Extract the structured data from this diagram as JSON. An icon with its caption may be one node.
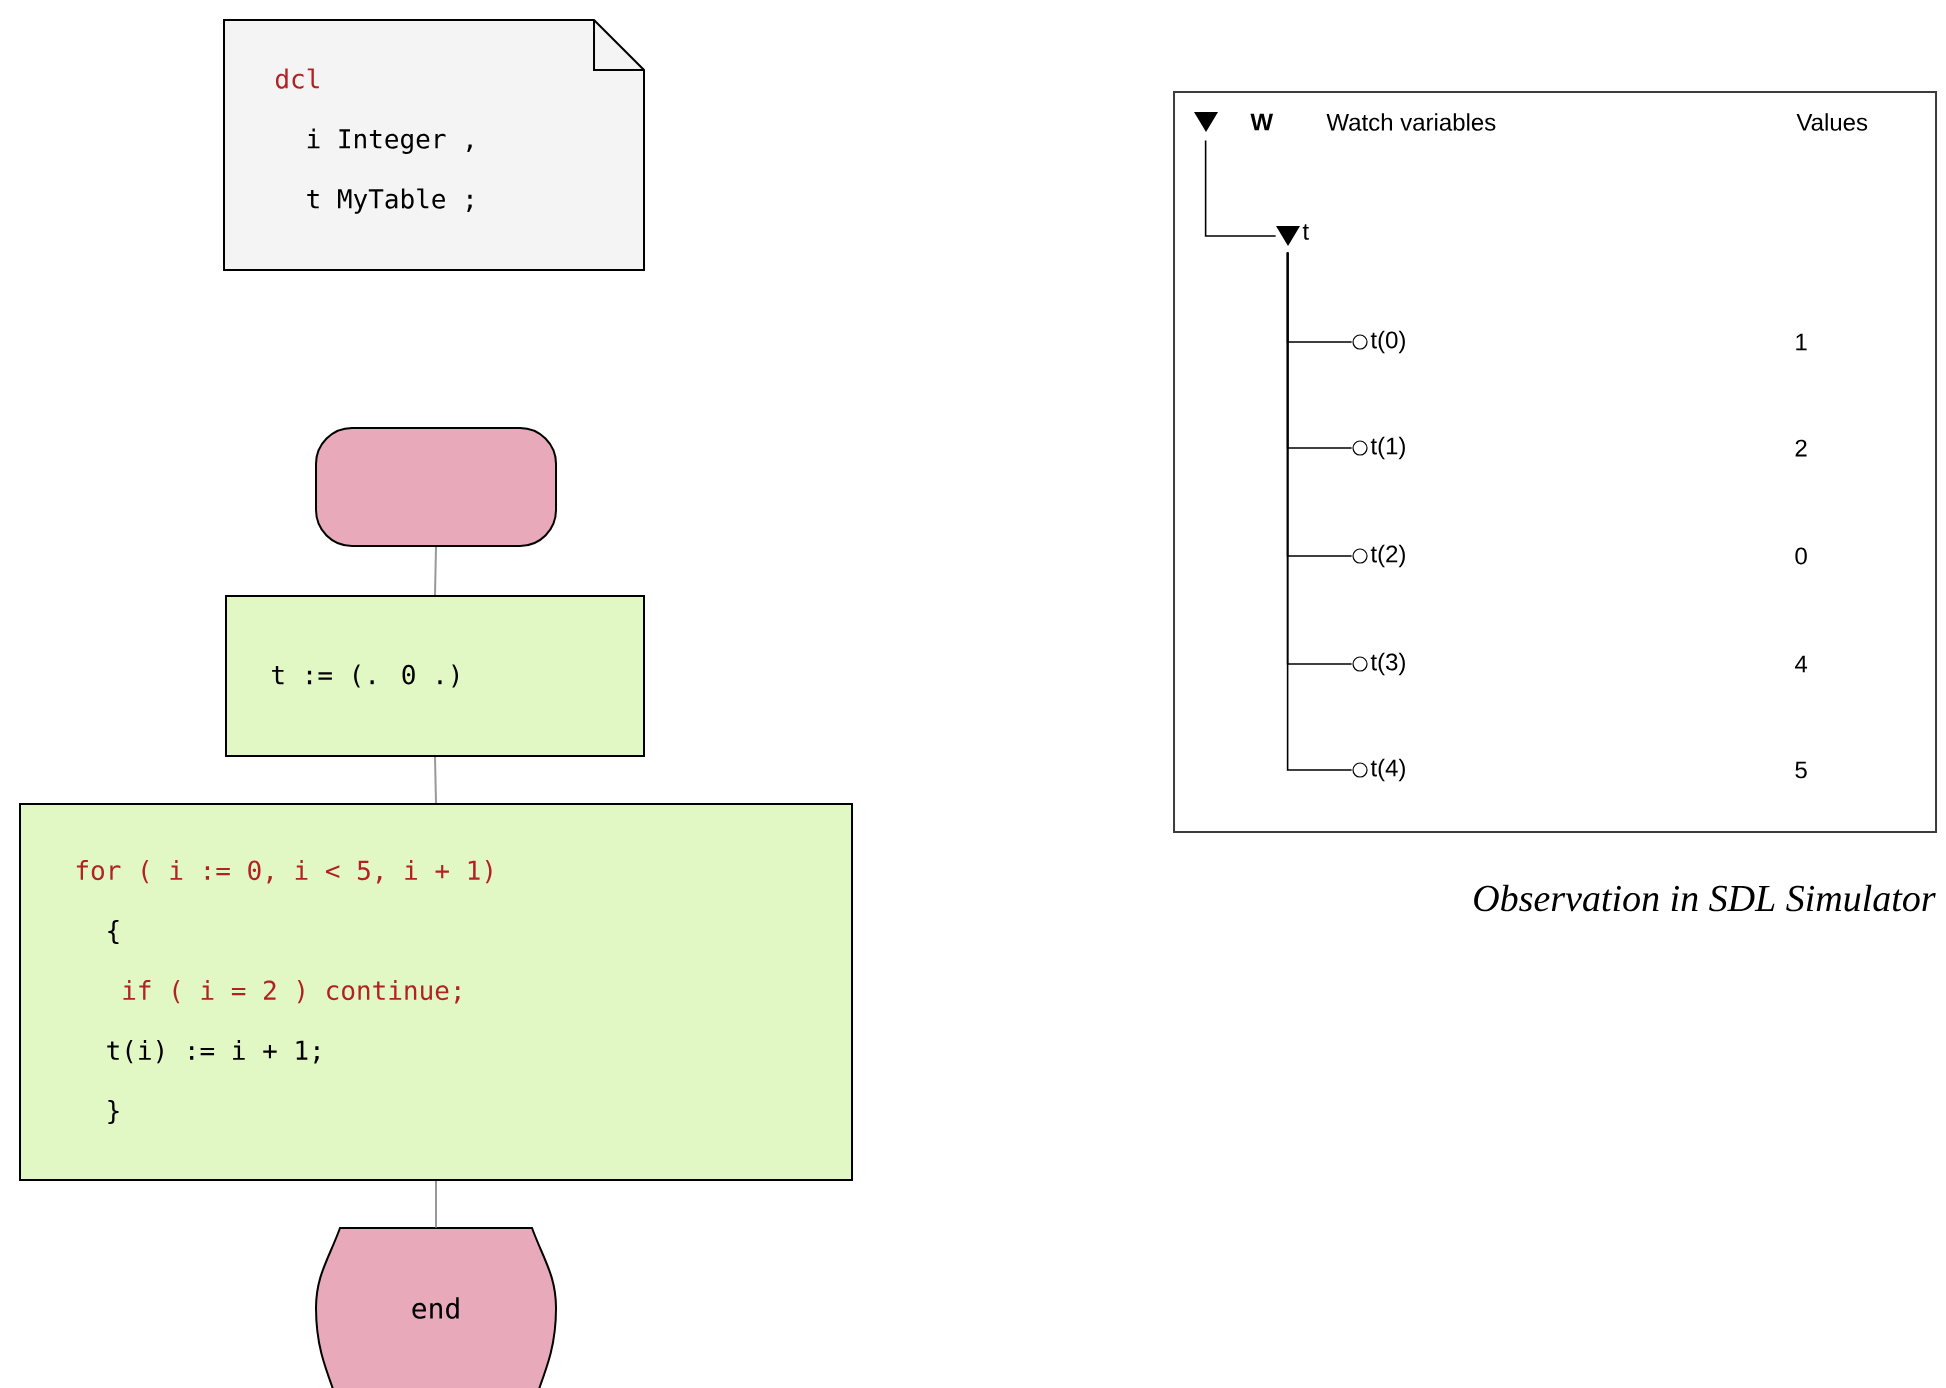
{
  "diagram": {
    "caption": "Observation in SDL Simulator",
    "nodes": [
      {
        "text": [
          "dcl",
          "i Integer ,",
          "t MyTable ;"
        ]
      },
      {
        "text": [],
        "shape": "oval"
      },
      {
        "text": [
          "t := (. 0 .)"
        ]
      },
      {
        "text": [
          "for ( i := 0, i < 5, i + 1)",
          "{",
          "if ( i = 2 ) continue;",
          "t(i) := i + 1;",
          "}"
        ]
      },
      {
        "text": [
          "end"
        ]
      },
      {
        "text": [
          "W",
          "Watch variables"
        ]
      },
      {
        "text": [
          "t"
        ]
      },
      {
        "text": [
          "t(0)"
        ]
      },
      {
        "text": [
          "t(1)"
        ]
      },
      {
        "text": [
          "t(2)"
        ]
      },
      {
        "text": [
          "t(3)"
        ]
      },
      {
        "text": [
          "t(4)"
        ]
      }
    ],
    "edges": [
      {
        "from": 1,
        "to": 2,
        "arrow": "none",
        "color": "#999999"
      },
      {
        "from": 2,
        "to": 3,
        "arrow": "none",
        "color": "#999999"
      },
      {
        "from": 3,
        "to": 4,
        "arrow": "none",
        "color": "#999999"
      },
      {
        "from": 5,
        "to": 6,
        "arrow": "none"
      },
      {
        "from": 6,
        "to": 7,
        "arrow": "none"
      },
      {
        "from": 6,
        "to": 8,
        "arrow": "none"
      },
      {
        "from": 6,
        "to": 9,
        "arrow": "none"
      },
      {
        "from": 6,
        "to": 10,
        "arrow": "none"
      },
      {
        "from": 6,
        "to": 11,
        "arrow": "none"
      }
    ],
    "labels": [
      "Values",
      "1",
      "2",
      "0",
      "4",
      "5"
    ]
  }
}
